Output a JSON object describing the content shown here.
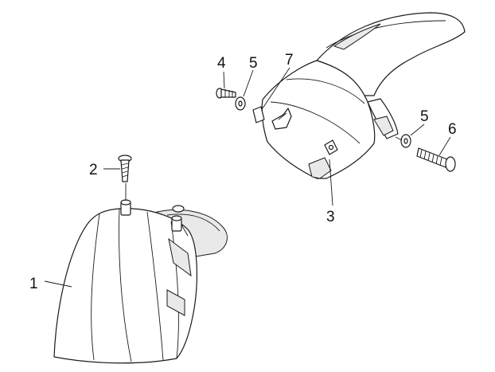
{
  "diagram": {
    "callouts": [
      {
        "id": "1",
        "label": "1"
      },
      {
        "id": "2",
        "label": "2"
      },
      {
        "id": "3",
        "label": "3"
      },
      {
        "id": "4",
        "label": "4"
      },
      {
        "id": "5a",
        "label": "5"
      },
      {
        "id": "5b",
        "label": "5"
      },
      {
        "id": "6",
        "label": "6"
      },
      {
        "id": "7",
        "label": "7"
      }
    ],
    "colors": {
      "line": "#1a1a1a",
      "shade": "#e9e9e9",
      "background": "#ffffff"
    }
  }
}
